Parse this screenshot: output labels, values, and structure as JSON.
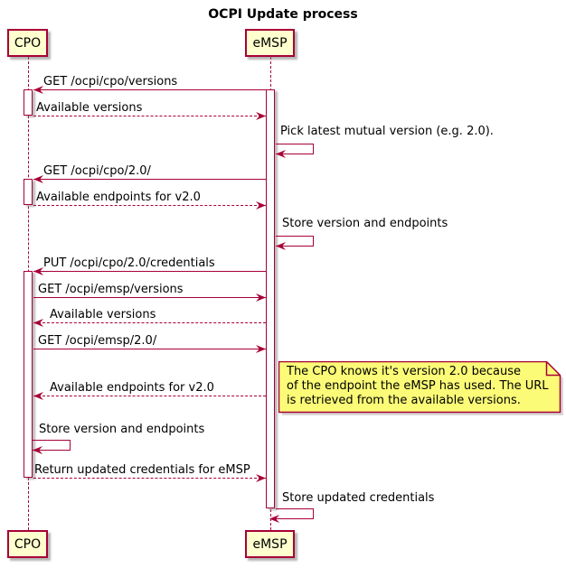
{
  "diagram": {
    "type": "sequence",
    "title": "OCPI Update process"
  },
  "colors": {
    "accent": "#A80036",
    "participant_fill": "#FEFECE",
    "note_fill": "#FBFB77",
    "background": "#FFFFFF"
  },
  "participants": [
    {
      "name": "CPO"
    },
    {
      "name": "eMSP"
    }
  ],
  "messages": [
    {
      "label": "GET /ocpi/cpo/versions",
      "from": "eMSP",
      "to": "CPO",
      "style": "solid"
    },
    {
      "label": "Available versions",
      "from": "CPO",
      "to": "eMSP",
      "style": "dashed"
    },
    {
      "label": "Pick latest mutual version (e.g. 2.0).",
      "from": "eMSP",
      "to": "eMSP",
      "style": "self"
    },
    {
      "label": "GET /ocpi/cpo/2.0/",
      "from": "eMSP",
      "to": "CPO",
      "style": "solid"
    },
    {
      "label": "Available endpoints for v2.0",
      "from": "CPO",
      "to": "eMSP",
      "style": "dashed"
    },
    {
      "label": "Store version and endpoints",
      "from": "eMSP",
      "to": "eMSP",
      "style": "self"
    },
    {
      "label": "PUT /ocpi/cpo/2.0/credentials",
      "from": "eMSP",
      "to": "CPO",
      "style": "solid"
    },
    {
      "label": "GET /ocpi/emsp/versions",
      "from": "CPO",
      "to": "eMSP",
      "style": "solid"
    },
    {
      "label": "Available versions",
      "from": "eMSP",
      "to": "CPO",
      "style": "dashed"
    },
    {
      "label": "GET /ocpi/emsp/2.0/",
      "from": "CPO",
      "to": "eMSP",
      "style": "solid"
    },
    {
      "label": "Available endpoints for v2.0",
      "from": "eMSP",
      "to": "CPO",
      "style": "dashed"
    },
    {
      "label": "Store version and endpoints",
      "from": "CPO",
      "to": "CPO",
      "style": "self"
    },
    {
      "label": "Return updated credentials for eMSP",
      "from": "CPO",
      "to": "eMSP",
      "style": "dashed"
    },
    {
      "label": "Store updated credentials",
      "from": "eMSP",
      "to": "eMSP",
      "style": "self"
    }
  ],
  "note": {
    "lines": [
      "The CPO knows it's version 2.0 because",
      "of the endpoint the eMSP has used. The URL",
      "is retrieved from the available versions."
    ]
  }
}
